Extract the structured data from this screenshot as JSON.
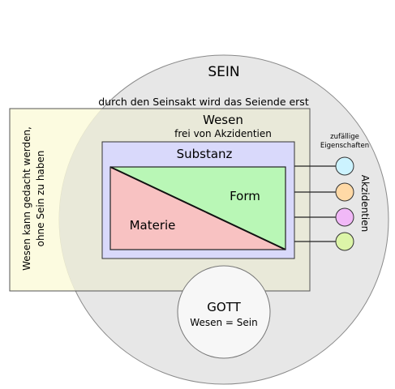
{
  "sein": {
    "title": "SEIN",
    "subtitle": "durch den Seinsakt wird das Seiende erst"
  },
  "left_box": {
    "line1": "Wesen kann gedacht werden,",
    "line2": "ohne Sein zu haben"
  },
  "wesen": {
    "title": "Wesen",
    "subtitle": "frei von Akzidentien"
  },
  "substanz": {
    "title": "Substanz"
  },
  "form": {
    "label": "Form"
  },
  "materie": {
    "label": "Materie"
  },
  "gott": {
    "title": "GOTT",
    "subtitle": "Wesen = Sein"
  },
  "eigenschaften": {
    "line1": "zufällige",
    "line2": "Eigenschaften"
  },
  "akzidentien": {
    "label": "Akzidentien",
    "circle_colors": [
      "#ccf3ff",
      "#ffd9a6",
      "#f1b8f7",
      "#dcf5a8"
    ]
  },
  "colors": {
    "sein_fill": "#e7e7e7",
    "left_box_fill": "#fcfbd8",
    "wesen_fill": "#edeede",
    "substanz_fill": "#d9d9fb",
    "form_fill": "#b9f7b6",
    "materie_fill": "#f8c2c2",
    "gott_fill": "#f7f7f7"
  }
}
